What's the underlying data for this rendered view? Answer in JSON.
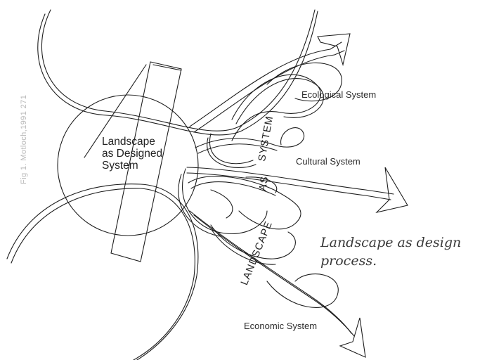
{
  "caption": "Fig 1. Motloch,1991 271",
  "center_label": [
    "Landscape",
    "as Designed",
    "System"
  ],
  "axis_words": {
    "system": "SYSTEM",
    "as": "AS",
    "landscape": "LANDSCAPE"
  },
  "systems": {
    "ecological": "Ecological System",
    "cultural": "Cultural System",
    "economic": "Economic System"
  },
  "note": [
    "Landscape as design",
    "process."
  ]
}
